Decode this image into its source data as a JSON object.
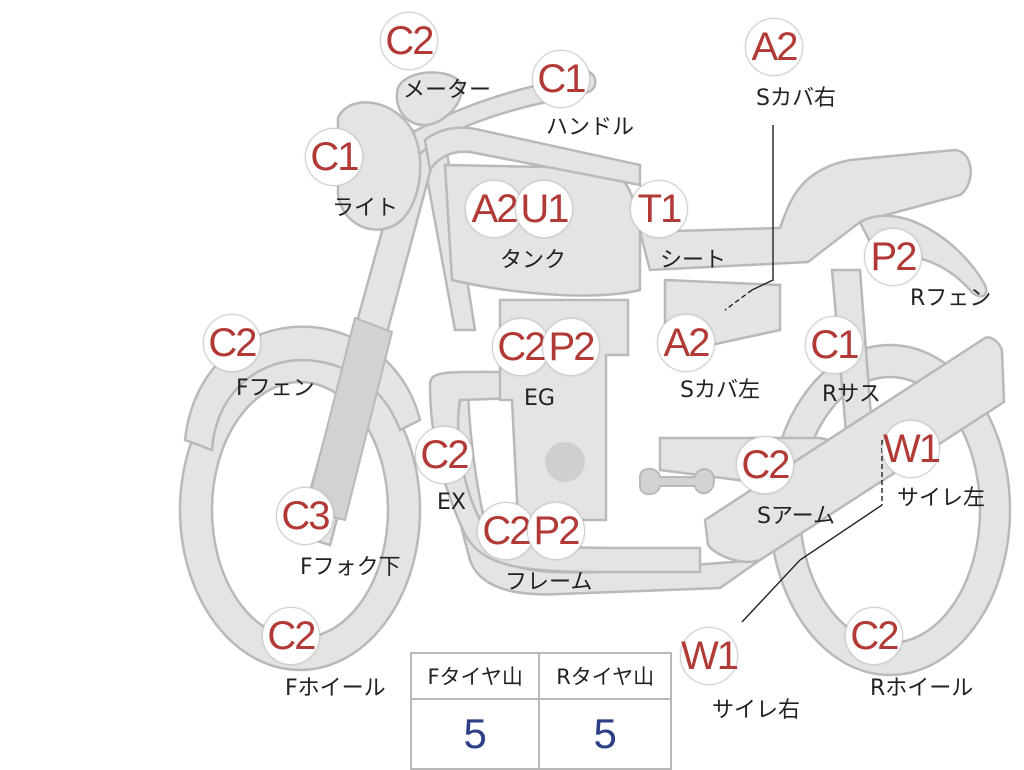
{
  "parts": [
    {
      "id": "meter",
      "codes": [
        "C2"
      ],
      "label": "メーター"
    },
    {
      "id": "handle",
      "codes": [
        "C1"
      ],
      "label": "ハンドル"
    },
    {
      "id": "light",
      "codes": [
        "C1"
      ],
      "label": "ライト"
    },
    {
      "id": "tank",
      "codes": [
        "A2",
        "U1"
      ],
      "label": "タンク"
    },
    {
      "id": "seat",
      "codes": [
        "T1"
      ],
      "label": "シート"
    },
    {
      "id": "side-cover-right",
      "codes": [
        "A2"
      ],
      "label": "Sカバ右"
    },
    {
      "id": "rear-fender",
      "codes": [
        "P2"
      ],
      "label": "Rフェン"
    },
    {
      "id": "front-fender",
      "codes": [
        "C2"
      ],
      "label": "Fフェン"
    },
    {
      "id": "engine",
      "codes": [
        "C2",
        "P2"
      ],
      "label": "EG"
    },
    {
      "id": "side-cover-left",
      "codes": [
        "A2"
      ],
      "label": "Sカバ左"
    },
    {
      "id": "rear-suspension",
      "codes": [
        "C1"
      ],
      "label": "Rサス"
    },
    {
      "id": "exhaust",
      "codes": [
        "C2"
      ],
      "label": "EX"
    },
    {
      "id": "swing-arm",
      "codes": [
        "C2"
      ],
      "label": "Sアーム"
    },
    {
      "id": "muffler-left",
      "codes": [
        "W1"
      ],
      "label": "サイレ左"
    },
    {
      "id": "front-fork-lower",
      "codes": [
        "C3"
      ],
      "label": "Fフォク下"
    },
    {
      "id": "frame",
      "codes": [
        "C2",
        "P2"
      ],
      "label": "フレーム"
    },
    {
      "id": "front-wheel",
      "codes": [
        "C2"
      ],
      "label": "Fホイール"
    },
    {
      "id": "muffler-right",
      "codes": [
        "W1"
      ],
      "label": "サイレ右"
    },
    {
      "id": "rear-wheel",
      "codes": [
        "C2"
      ],
      "label": "Rホイール"
    }
  ],
  "tread_table": {
    "headers": [
      "Fタイヤ山",
      "Rタイヤ山"
    ],
    "values": [
      "5",
      "5"
    ]
  },
  "colors": {
    "code_text": "#b23a36",
    "value_text": "#2d3f86",
    "part_fill": "#e4e4e2",
    "part_stroke": "#b9b9b7"
  }
}
